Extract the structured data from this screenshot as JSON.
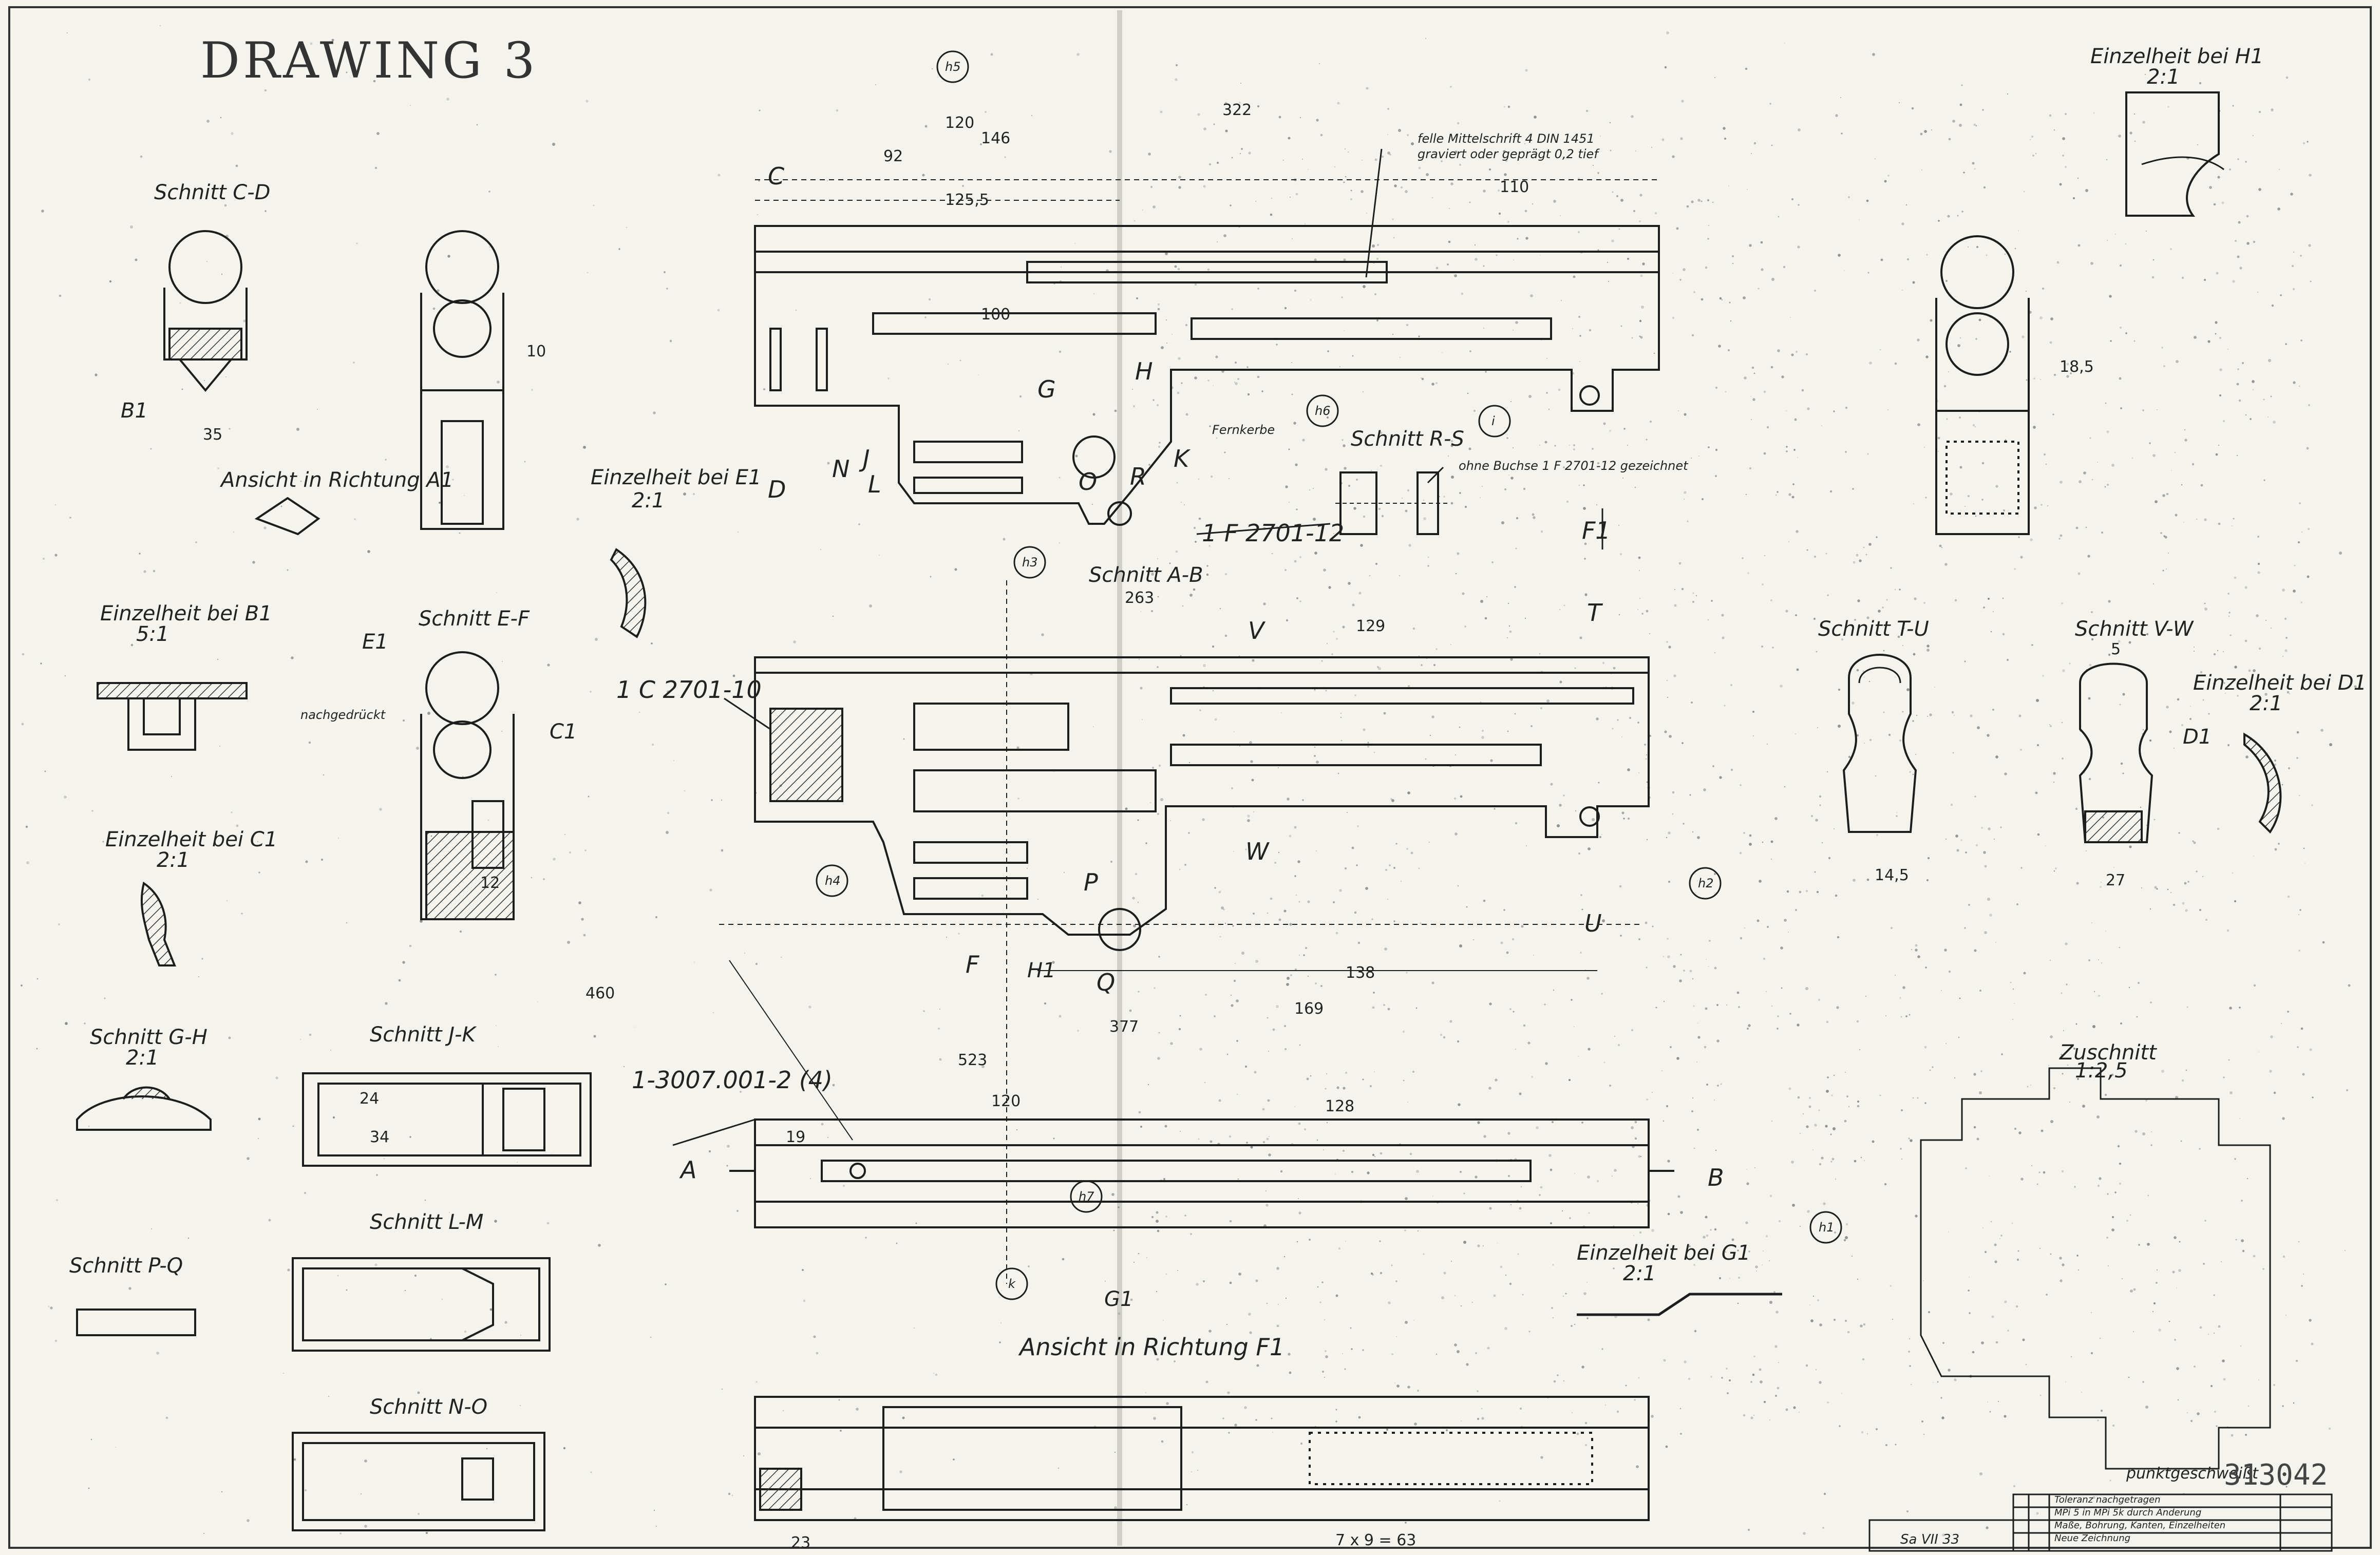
{
  "handwritten": "DRAWING 3",
  "section_titles": {
    "schnitt_cd": "Schnitt C-D",
    "schnitt_ef": "Schnitt E-F",
    "schnitt_gh": "Schnitt G-H",
    "schnitt_jk": "Schnitt J-K",
    "schnitt_lm": "Schnitt L-M",
    "schnitt_no": "Schnitt N-O",
    "schnitt_pq": "Schnitt P-Q",
    "schnitt_rs": "Schnitt R-S",
    "schnitt_ab": "Schnitt A-B",
    "schnitt_tu": "Schnitt T-U",
    "schnitt_vw": "Schnitt V-W"
  },
  "detail_titles": {
    "e1": "Einzelheit bei E1",
    "b1": "Einzelheit bei B1",
    "c1": "Einzelheit bei C1",
    "h1": "Einzelheit bei H1",
    "d1": "Einzelheit bei D1",
    "g1": "Einzelheit bei G1",
    "zuschnitt": "Zuschnitt"
  },
  "scales": {
    "e1": "2:1",
    "b1": "5:1",
    "c1": "2:1",
    "gh": "2:1",
    "h1": "2:1",
    "d1": "2:1",
    "g1": "2:1",
    "zuschnitt": "1:2,5"
  },
  "views": {
    "ansicht_a1": "Ansicht in Richtung A1",
    "ansicht_f1": "Ansicht in Richtung F1"
  },
  "part_numbers": {
    "p1": "1 F 2701-12",
    "p2": "1 C 2701-10",
    "p3": "1-3007.001-2 (4)"
  },
  "notes": {
    "engraving": "felle Mittelschrift 4 DIN 1451 graviert oder geprägt 0,2 tief",
    "buchse": "ohne Buchse 1 F 2701-12 gezeichnet",
    "nachgedrueckt": "nachgedrückt",
    "fernkerbe": "Fernkerbe",
    "punkt": "punktgeschweißt",
    "stamp": "313042"
  },
  "markers": [
    "h1",
    "h2",
    "h3",
    "h4",
    "h5",
    "h6",
    "h7",
    "i",
    "k"
  ],
  "letters": {
    "c": "C",
    "d": "D",
    "g": "G",
    "h": "H",
    "k": "K",
    "n": "N",
    "j": "J",
    "l": "L",
    "o": "O",
    "r": "R",
    "f1": "F1",
    "t": "T",
    "u": "U",
    "v": "V",
    "w": "W",
    "p": "P",
    "f": "F",
    "q": "Q",
    "a": "A",
    "b": "B",
    "b1": "B1",
    "e1": "E1",
    "c1": "C1",
    "d1": "D1",
    "g1": "G1",
    "h1": "H1"
  },
  "dimensions": {
    "d322": "322",
    "d120": "120",
    "d146": "146",
    "d92": "92",
    "d1255": "125,5",
    "d110": "110",
    "d100": "100",
    "d263": "263",
    "d129": "129",
    "d460": "460",
    "d523": "523",
    "d377": "377",
    "d138": "138",
    "d169": "169",
    "d120b": "120",
    "d128": "128",
    "d35": "35",
    "d24": "24",
    "d34": "34",
    "d185": "18,5",
    "d10": "10",
    "d12": "12",
    "d19": "19",
    "d23": "23",
    "d729": "7 x 9 = 63",
    "d27": "27",
    "d145": "14,5",
    "d5": "5"
  },
  "revision_block": {
    "rows": [
      "Toleranz nachgetragen",
      "MPi 5 in MPi 5k durch Änderung",
      "Maße, Bohrung, Kanten, Einzelheiten",
      "Neue Zeichnung"
    ],
    "drawing_no": "Sa VII 33"
  },
  "colors": {
    "paper": "#f4f3ee",
    "ink": "#1d1d1d",
    "speckle": "#6d6d6d"
  }
}
